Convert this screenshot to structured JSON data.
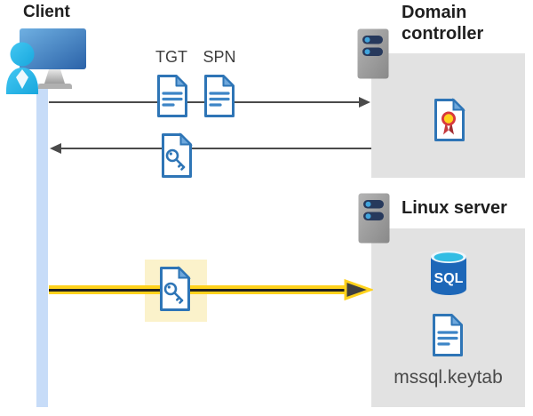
{
  "client": {
    "label": "Client"
  },
  "flows": {
    "tgt_label": "TGT",
    "spn_label": "SPN"
  },
  "domain_controller": {
    "label": "Domain controller"
  },
  "linux_server": {
    "label": "Linux server",
    "sql_badge": "SQL",
    "keytab_filename": "mssql.keytab"
  },
  "icons": [
    "client-monitor-user-icon",
    "lifeline",
    "tgt-document-icon",
    "spn-document-icon",
    "key-ticket-document-icon",
    "server-icon",
    "certificate-icon",
    "sql-database-icon",
    "keytab-document-icon"
  ],
  "colors": {
    "document_blue": "#2e75b6",
    "document_fold_blue": "#6fa8dc",
    "panel_gray": "#e2e2e2",
    "highlight_yellow": "#fbf2cb",
    "flow_arrow_gray": "#4a4a4a",
    "auth_arrow_yellow": "#ffd21c",
    "lifeline_blue": "#c7dcf8",
    "sql_cylinder_blue": "#1d67b8",
    "sql_top_cyan": "#32bde4",
    "certificate_red": "#d8383c",
    "certificate_gold": "#ffd21c",
    "person_cyan": "#2db7ea",
    "monitor_blue": "#2b62a8",
    "server_pill_navy": "#27395c",
    "label_black": "#1f1f1f",
    "text_gray": "#3f3f3f"
  }
}
